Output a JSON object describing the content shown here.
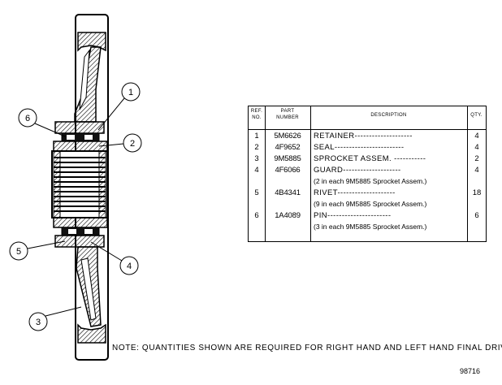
{
  "callouts": [
    "1",
    "2",
    "3",
    "4",
    "5",
    "6"
  ],
  "table": {
    "headers": {
      "ref_line1": "REF.",
      "ref_line2": "NO.",
      "part_line1": "PART",
      "part_line2": "NUMBER",
      "description": "DESCRIPTION",
      "qty": "QTY."
    },
    "rows": [
      {
        "ref": "1",
        "part": "5M6626",
        "description": "RETAINER--------------------",
        "qty": "4"
      },
      {
        "ref": "2",
        "part": "4F9652",
        "description": "SEAL------------------------",
        "qty": "4"
      },
      {
        "ref": "3",
        "part": "9M5885",
        "description": "SPROCKET ASSEM. -----------",
        "qty": "2"
      },
      {
        "ref": "4",
        "part": "4F6066",
        "description": "   GUARD--------------------",
        "qty": "4"
      },
      {
        "ref": "",
        "part": "",
        "description": "(2 in each 9M5885 Sprocket Assem.)",
        "qty": ""
      },
      {
        "ref": "5",
        "part": "4B4341",
        "description": "   RIVET--------------------",
        "qty": "18"
      },
      {
        "ref": "",
        "part": "",
        "description": "(9 in each 9M5885 Sprocket Assem.)",
        "qty": ""
      },
      {
        "ref": "6",
        "part": "1A4089",
        "description": "   PIN----------------------",
        "qty": "6"
      },
      {
        "ref": "",
        "part": "",
        "description": "(3 in each 9M5885 Sprocket Assem.)",
        "qty": ""
      }
    ]
  },
  "note": "NOTE: QUANTITIES SHOWN ARE REQUIRED FOR RIGHT HAND AND LEFT HAND FINAL DRIVE",
  "figure_number": "98716"
}
